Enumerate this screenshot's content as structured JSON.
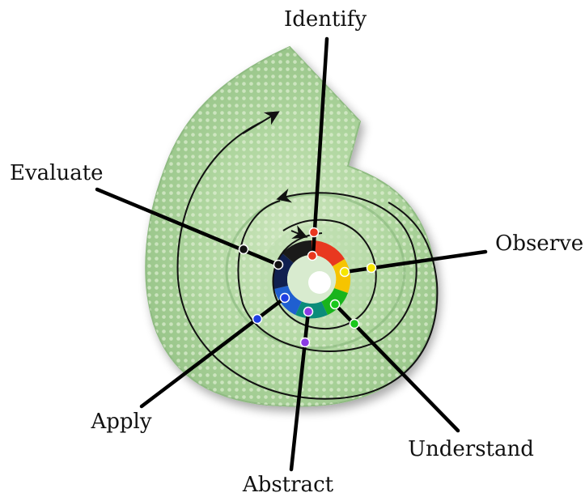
{
  "labels": {
    "identify": "Identify",
    "observe": "Observe",
    "understand": "Understand",
    "abstract": "Abstract",
    "apply": "Apply",
    "evaluate": "Evaluate"
  },
  "colors": {
    "identify": "#e8381f",
    "observe": "#f6e600",
    "understand": "#19c81c",
    "abstract": "#8b3be3",
    "apply": "#1f3fe3",
    "evaluate": "#111111",
    "shell": "#a9cf9a",
    "shell_edge": "#7fae73"
  }
}
